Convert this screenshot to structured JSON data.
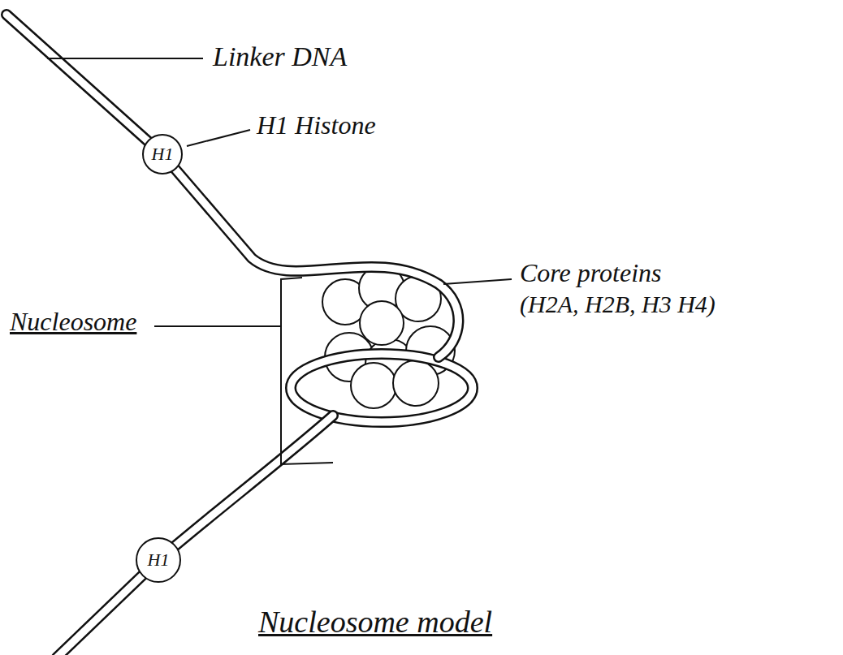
{
  "diagram": {
    "caption": "Nucleosome model",
    "nodes": [
      {
        "text": [
          "H1"
        ]
      },
      {
        "text": [
          "H1"
        ]
      }
    ],
    "labels": [
      "Linker DNA",
      "H1 Histone",
      "Nucleosome",
      "Core proteins",
      "(H2A, H2B, H3 H4)"
    ]
  }
}
